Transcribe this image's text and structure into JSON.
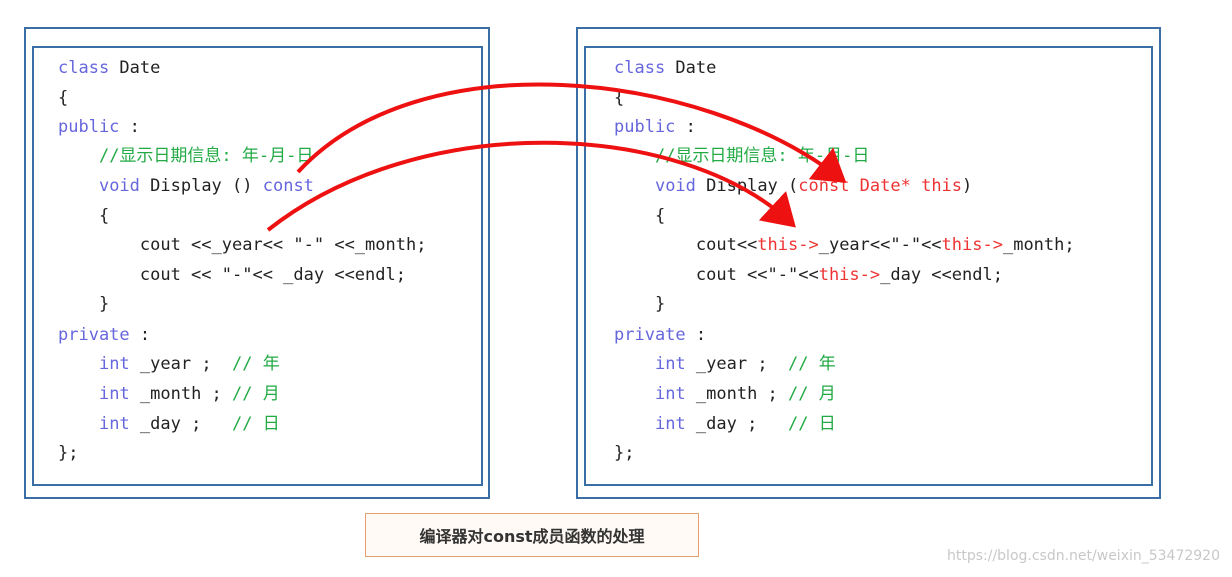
{
  "left_code": [
    [
      [
        "kw",
        "class"
      ],
      [
        "tx",
        " Date"
      ]
    ],
    [
      [
        "tx",
        "{"
      ]
    ],
    [
      [
        "kw",
        "public"
      ],
      [
        "tx",
        " :"
      ]
    ],
    [
      [
        "tx",
        "    "
      ],
      [
        "cm",
        "//显示日期信息: 年-月-日"
      ]
    ],
    [
      [
        "tx",
        "    "
      ],
      [
        "kw",
        "void"
      ],
      [
        "tx",
        " Display () "
      ],
      [
        "kw",
        "const"
      ]
    ],
    [
      [
        "tx",
        "    {"
      ]
    ],
    [
      [
        "tx",
        "        cout <<_year<< \"-\" <<_month;"
      ]
    ],
    [
      [
        "tx",
        "        cout << \"-\"<< _day <<endl;"
      ]
    ],
    [
      [
        "tx",
        "    }"
      ]
    ],
    [
      [
        "kw",
        "private"
      ],
      [
        "tx",
        " :"
      ]
    ],
    [
      [
        "tx",
        "    "
      ],
      [
        "kw",
        "int"
      ],
      [
        "tx",
        " _year ;  "
      ],
      [
        "cm",
        "// 年"
      ]
    ],
    [
      [
        "tx",
        "    "
      ],
      [
        "kw",
        "int"
      ],
      [
        "tx",
        " _month ; "
      ],
      [
        "cm",
        "// 月"
      ]
    ],
    [
      [
        "tx",
        "    "
      ],
      [
        "kw",
        "int"
      ],
      [
        "tx",
        " _day ;   "
      ],
      [
        "cm",
        "// 日"
      ]
    ],
    [
      [
        "tx",
        "};"
      ]
    ]
  ],
  "right_code": [
    [
      [
        "kw",
        "class"
      ],
      [
        "tx",
        " Date"
      ]
    ],
    [
      [
        "tx",
        "{"
      ]
    ],
    [
      [
        "kw",
        "public"
      ],
      [
        "tx",
        " :"
      ]
    ],
    [
      [
        "tx",
        "    "
      ],
      [
        "cm",
        "//显示日期信息: 年-月-日"
      ]
    ],
    [
      [
        "tx",
        "    "
      ],
      [
        "kw",
        "void"
      ],
      [
        "tx",
        " Display ("
      ],
      [
        "rd",
        "const Date* this"
      ],
      [
        "tx",
        ")"
      ]
    ],
    [
      [
        "tx",
        "    {"
      ]
    ],
    [
      [
        "tx",
        "        cout<<"
      ],
      [
        "rd",
        "this->"
      ],
      [
        "tx",
        "_year<<\"-\"<<"
      ],
      [
        "rd",
        "this->"
      ],
      [
        "tx",
        "_month;"
      ]
    ],
    [
      [
        "tx",
        "        cout <<\"-\"<<"
      ],
      [
        "rd",
        "this->"
      ],
      [
        "tx",
        "_day <<endl;"
      ]
    ],
    [
      [
        "tx",
        "    }"
      ]
    ],
    [
      [
        "kw",
        "private"
      ],
      [
        "tx",
        " :"
      ]
    ],
    [
      [
        "tx",
        "    "
      ],
      [
        "kw",
        "int"
      ],
      [
        "tx",
        " _year ;  "
      ],
      [
        "cm",
        "// 年"
      ]
    ],
    [
      [
        "tx",
        "    "
      ],
      [
        "kw",
        "int"
      ],
      [
        "tx",
        " _month ; "
      ],
      [
        "cm",
        "// 月"
      ]
    ],
    [
      [
        "tx",
        "    "
      ],
      [
        "kw",
        "int"
      ],
      [
        "tx",
        " _day ;   "
      ],
      [
        "cm",
        "// 日"
      ]
    ],
    [
      [
        "tx",
        "};"
      ]
    ]
  ],
  "caption": "编译器对const成员函数的处理",
  "watermark": "https://blog.csdn.net/weixin_53472920",
  "colors": {
    "border": "#3b6ea5",
    "arrow": "#ee1111",
    "keyword": "#6666dd",
    "comment": "#22aa44",
    "highlight": "#ee3333"
  }
}
